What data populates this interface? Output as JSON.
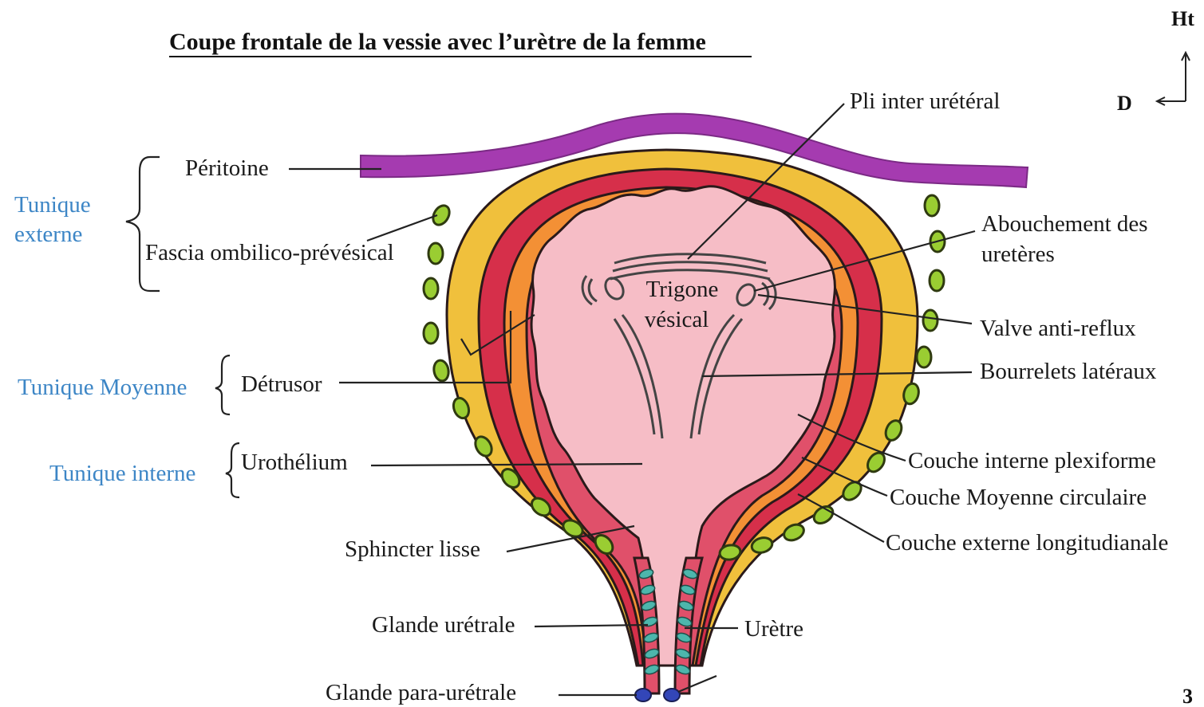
{
  "title": "Coupe frontale de la vessie avec l’urètre de la femme",
  "orientation": {
    "up": "Ht",
    "side": "D"
  },
  "page_number": "3",
  "groups": {
    "externe_line1": "Tunique",
    "externe_line2": "externe",
    "moyenne": "Tunique Moyenne",
    "interne": "Tunique interne"
  },
  "labels_left": {
    "peritoine": "Péritoine",
    "fascia": "Fascia ombilico-prévésical",
    "detrusor": "Détrusor",
    "urothelium": "Urothélium",
    "sphincter": "Sphincter lisse",
    "glande_uretrale": "Glande urétrale",
    "glande_para": "Glande para-urétrale"
  },
  "labels_right": {
    "pli": "Pli inter urétéral",
    "abouchement_line1": "Abouchement des",
    "abouchement_line2": "uretères",
    "valve": "Valve anti-reflux",
    "bourrelets": "Bourrelets latéraux",
    "couche_interne": "Couche interne plexiforme",
    "couche_moyenne": "Couche Moyenne circulaire",
    "couche_externe": "Couche externe longitudianale",
    "uretre": "Urètre"
  },
  "center": {
    "trigone_line1": "Trigone",
    "trigone_line2": "vésical"
  },
  "colors": {
    "peritoine": "#a53bb0",
    "fascia": "#f0c03c",
    "couche_externe": "#d62f4a",
    "couche_moyenne": "#f39035",
    "couche_interne": "#e0506a",
    "urothelium": "#f6bdc6",
    "glandes": "#9acd32",
    "glandes_uretrales": "#4db6ac",
    "group_labels": "#3d86c6"
  }
}
